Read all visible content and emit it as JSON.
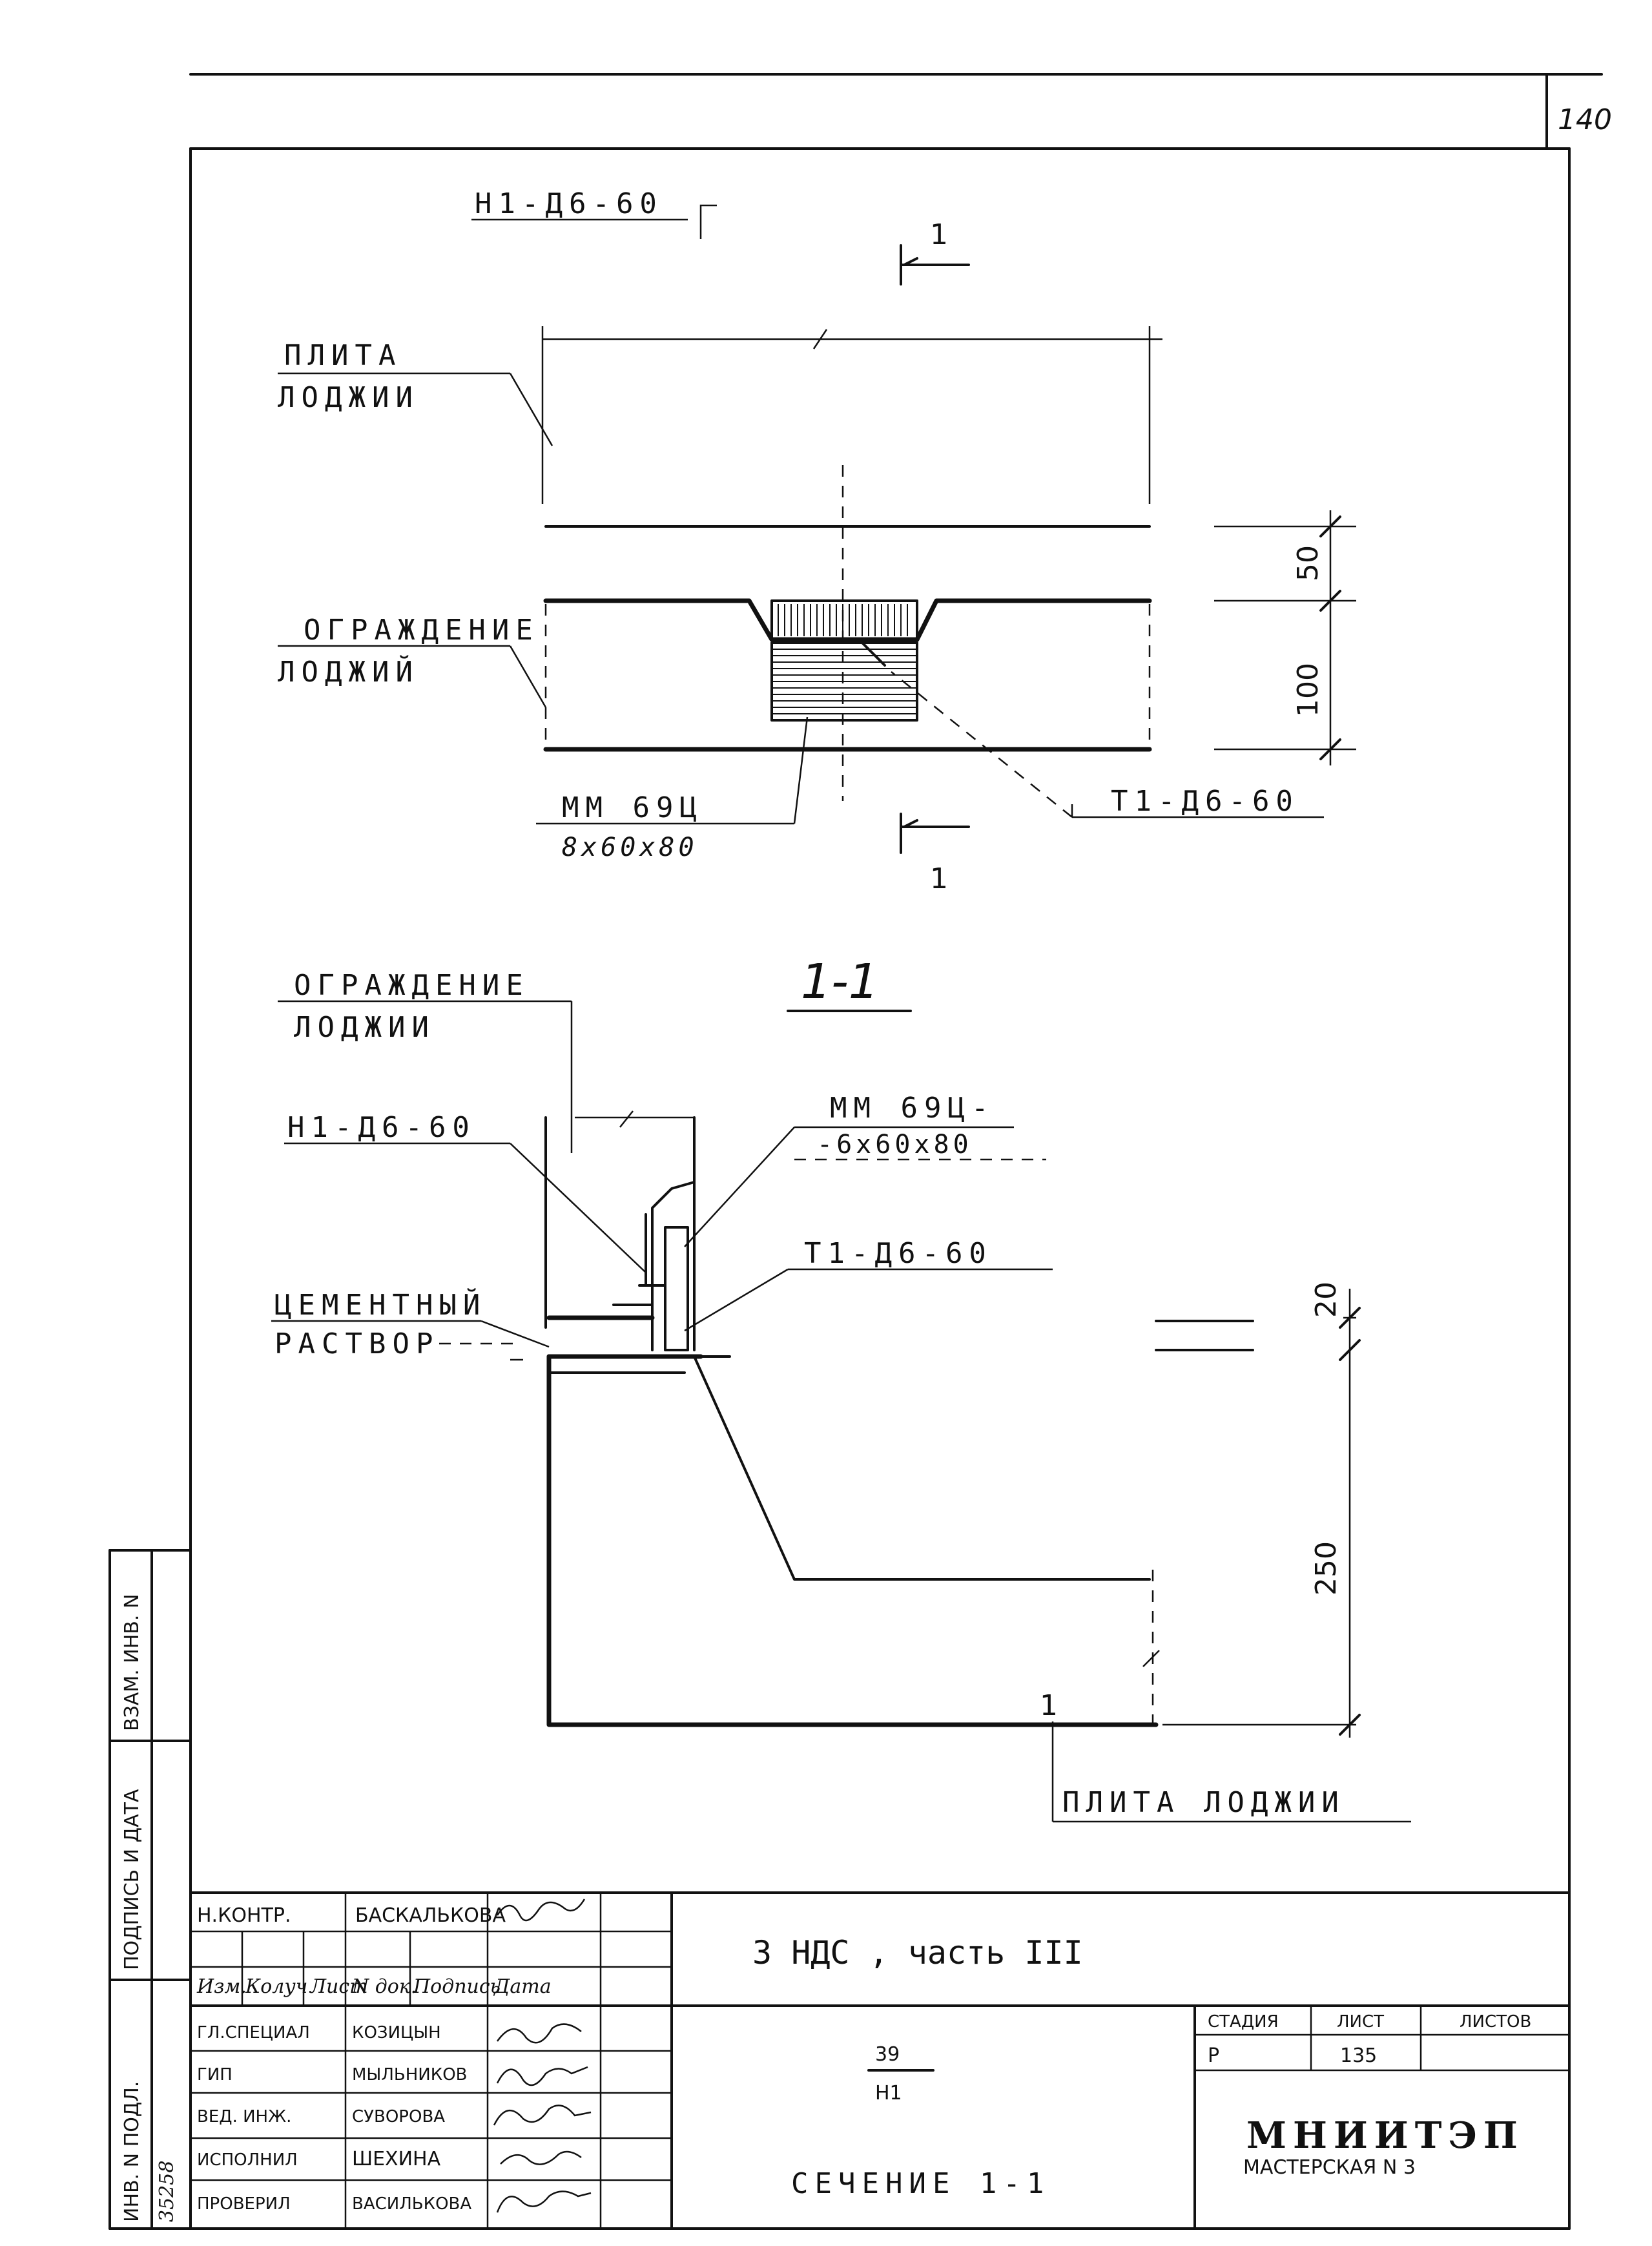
{
  "sheet": {
    "number": "140"
  },
  "plan_view": {
    "label_top_connector": "Н1-Д6-60",
    "section_mark": "1",
    "label_slab_line1": "ПЛИТА",
    "label_slab_line2": "ЛОДЖИИ",
    "label_rail_line1": "ОГРАЖДЕНИЕ",
    "label_rail_line2": "ЛОДЖИЙ",
    "label_plate_line1": "ММ 69Ц",
    "label_plate_line2": "8х60х80",
    "label_bottom_connector": "Т1-Д6-60",
    "dim_top": "50",
    "dim_bottom": "100",
    "section_mark_bottom": "1"
  },
  "section_view": {
    "title": "1-1",
    "label_rail_line1": "ОГРАЖДЕНИЕ",
    "label_rail_line2": "ЛОДЖИИ",
    "label_connector_left": "Н1-Д6-60",
    "label_plate_line1": "ММ 69Ц-",
    "label_plate_line2": "-6х60х80",
    "label_connector_right": "Т1-Д6-60",
    "label_mortar_line1": "ЦЕМЕНТНЫЙ",
    "label_mortar_line2": "РАСТВОР",
    "dim_top": "20",
    "dim_bottom": "250",
    "label_slab": "ПЛИТА ЛОДЖИИ",
    "slab_mark": "1"
  },
  "side_stamp": {
    "cells": [
      "ВЗАМ. ИНВ. N",
      "ПОДПИСЬ И ДАТА",
      "ИНВ. N ПОДЛ."
    ],
    "inv_value": "35258"
  },
  "title_block": {
    "project": "3 НДС , часть III",
    "norm_control_role": "Н.КОНТР.",
    "norm_control_name": "БАСКАЛЬКОВА",
    "header": [
      "Изм.",
      "Колуч",
      "Лист",
      "N док.",
      "Подпись",
      "Дата"
    ],
    "staff": [
      {
        "role": "ГЛ.СПЕЦИАЛ",
        "name": "КОЗИЦЫН"
      },
      {
        "role": "ГИП",
        "name": "МЫЛЬНИКОВ"
      },
      {
        "role": "ВЕД. ИНЖ.",
        "name": "СУВОРОВА"
      },
      {
        "role": "ИСПОЛНИЛ",
        "name": "ШЕХИНА"
      },
      {
        "role": "ПРОВЕРИЛ",
        "name": "ВАСИЛЬКОВА"
      }
    ],
    "doc_code_top": "39",
    "doc_code_bottom": "Н1",
    "sheet_title": "СЕЧЕНИЕ 1-1",
    "stage_header": "СТАДИЯ",
    "sheet_header": "ЛИСТ",
    "sheets_header": "ЛИСТОВ",
    "stage_value": "Р",
    "sheet_value": "135",
    "sheets_value": "",
    "org_name": "МНИИТЭП",
    "org_workshop": "МАСТЕРСКАЯ N 3"
  }
}
